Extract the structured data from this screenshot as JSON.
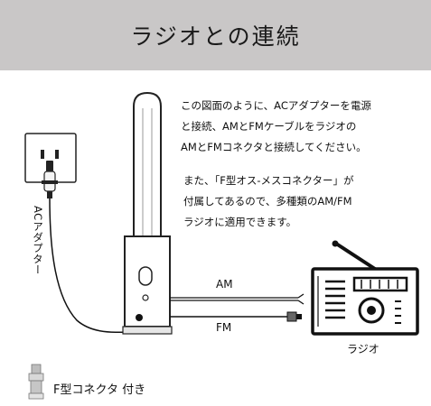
{
  "header": {
    "title": "ラジオとの連続"
  },
  "description": {
    "para1": [
      "この図面のように、ACアダプターを電源",
      "と接続、AMとFMケーブルをラジオの",
      "AMとFMコネクタと接続してください。"
    ],
    "para2": [
      "また、「F型オス-メスコネクター」が",
      "付属してあるので、多種類のAM/FM",
      "ラジオに適用できます。"
    ]
  },
  "labels": {
    "am": "AM",
    "fm": "FM",
    "radio": "ラジオ",
    "ac_adapter": "ACアダプター",
    "f_connector": "F型コネクタ 付き"
  },
  "colors": {
    "header_bg": "#c9c7c7",
    "line": "#111111"
  }
}
